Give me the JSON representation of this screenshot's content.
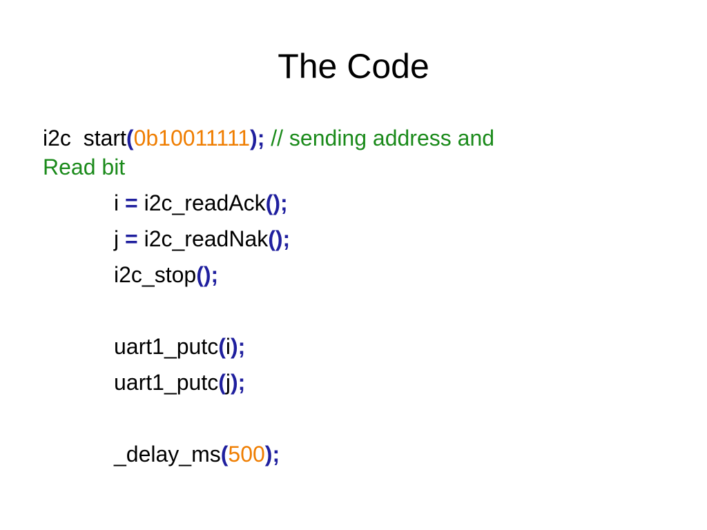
{
  "title": "The Code",
  "colors": {
    "background": "#ffffff",
    "plain_text": "#000000",
    "punctuation": "#1f1f9e",
    "number_literal": "#ef7d00",
    "comment": "#1a8a1a"
  },
  "code": {
    "line1": {
      "fn": "i2c  start",
      "open_paren": "(",
      "arg": "0b10011111",
      "close": ");",
      "space": " ",
      "comment_part1": "// sending address and"
    },
    "line2": {
      "comment_part2": "Read bit"
    },
    "line3": {
      "var": "i ",
      "op": "=",
      "call": " i2c_readAck",
      "parens": "();"
    },
    "line4": {
      "var": "j ",
      "op": "=",
      "call": " i2c_readNak",
      "parens": "();"
    },
    "line5": {
      "call": "i2c_stop",
      "parens": "();"
    },
    "line6": {
      "call": "uart1_putc",
      "open_paren": "(",
      "arg": "i",
      "close": ");"
    },
    "line7": {
      "call": "uart1_putc",
      "open_paren": "(",
      "arg": "j",
      "close": ");"
    },
    "line8": {
      "call": "_delay_ms",
      "open_paren": "(",
      "arg": "500",
      "close": ");"
    }
  }
}
